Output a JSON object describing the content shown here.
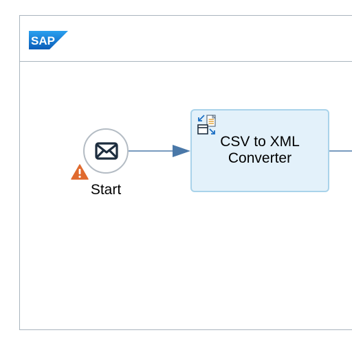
{
  "header": {
    "logo_text": "SAP",
    "logo_icon": "sap-logo"
  },
  "process": {
    "start_event": {
      "label": "Start",
      "icon": "mail-icon",
      "warning_icon": "warning-icon"
    },
    "task": {
      "label": "CSV to XML\nConverter",
      "icon": "csv-to-xml-converter-icon"
    }
  },
  "colors": {
    "sap_blue": "#1a7bd8",
    "task_fill": "#e3f1fa",
    "task_border": "#a9d3ea",
    "connector": "#4a78a8",
    "warning": "#e06a2e"
  }
}
